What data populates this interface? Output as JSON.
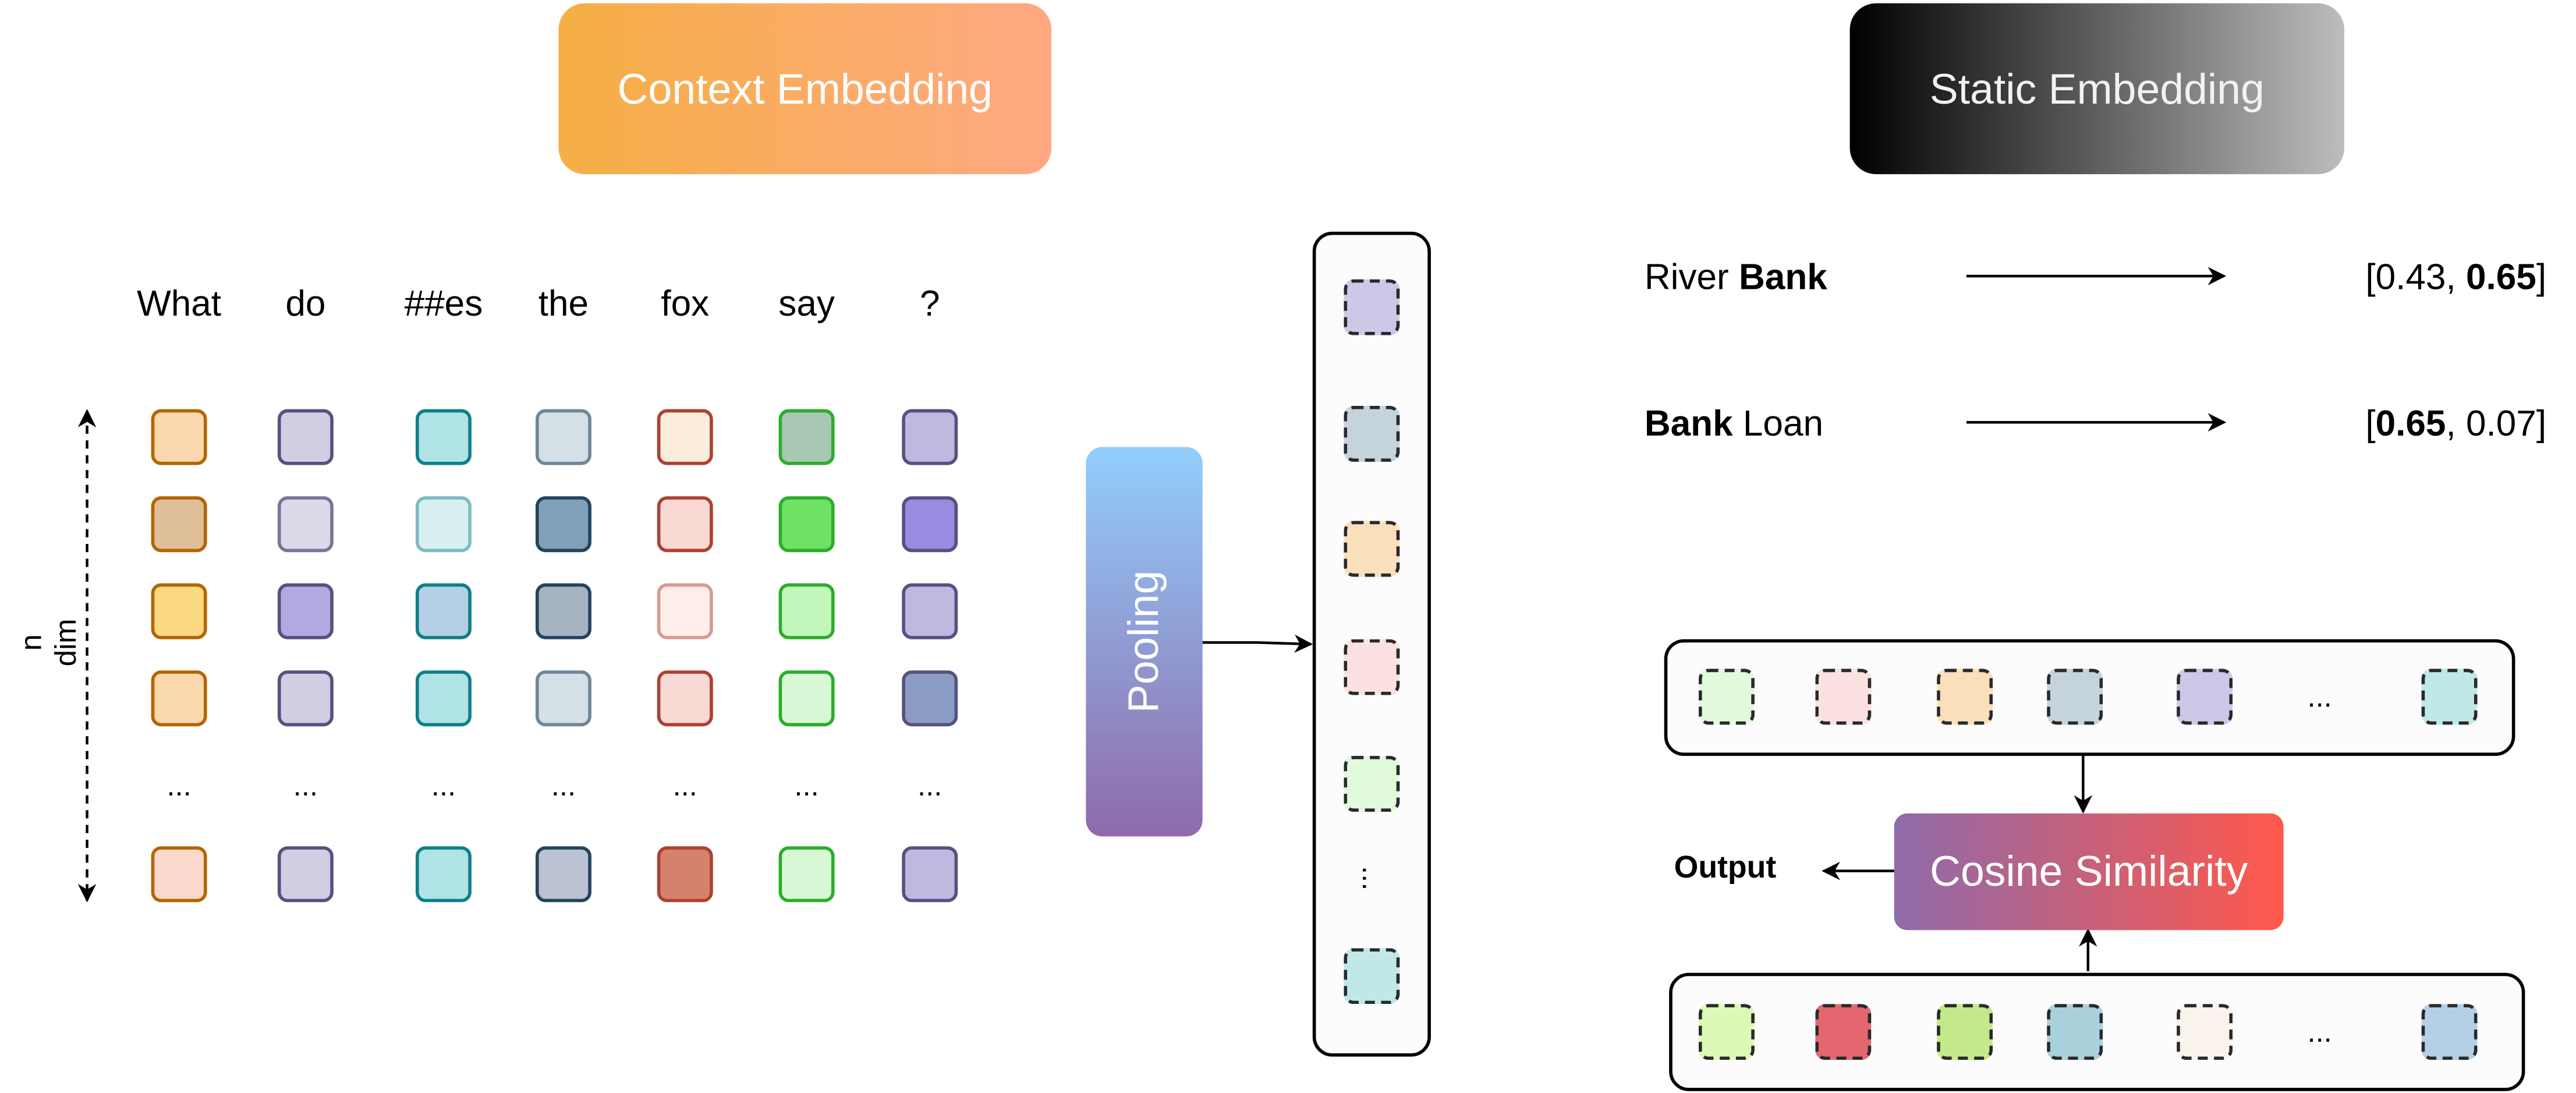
{
  "context": {
    "title": "Context Embedding",
    "gradient": [
      "#f5af45",
      "#ffa882"
    ],
    "axis_label": "n dim",
    "tokens": [
      "What",
      "do",
      "##es",
      "the",
      "fox",
      "say",
      "?"
    ],
    "ellipsis": "...",
    "columns": [
      {
        "fills": [
          "#fad7ac",
          "#deBf99",
          "#fad982",
          "#fad7ac",
          "#fad9cc"
        ],
        "borders": [
          "#b46504",
          "#b46504",
          "#b46504",
          "#b46504",
          "#b46504"
        ]
      },
      {
        "fills": [
          "#d0cee2",
          "#dadae8",
          "#b1a9e0",
          "#d0cee2",
          "#d0cee2"
        ],
        "borders": [
          "#56517e",
          "#7a7599",
          "#56517e",
          "#56517e",
          "#56517e"
        ]
      },
      {
        "fills": [
          "#b0e3e6",
          "#d8f0f2",
          "#b5cfe6",
          "#b0e3e6",
          "#b0e3e6"
        ],
        "borders": [
          "#0e8088",
          "#7dbcc2",
          "#0e8088",
          "#0e8088",
          "#0e8088"
        ]
      },
      {
        "fills": [
          "#d5dfe6",
          "#7fa0b8",
          "#a6b4c2",
          "#d5dfe6",
          "#bac2d3"
        ],
        "borders": [
          "#6f8799",
          "#23445d",
          "#23445d",
          "#6f8799",
          "#23445d"
        ]
      },
      {
        "fills": [
          "#fbeddb",
          "#f9d9d4",
          "#fdeeec",
          "#f9d9d4",
          "#d4826c"
        ],
        "borders": [
          "#ae4132",
          "#ae4132",
          "#d99a94",
          "#ae4132",
          "#ae4132"
        ]
      },
      {
        "fills": [
          "#a8c8b4",
          "#6ee265",
          "#c1f7bb",
          "#d9f8d5",
          "#d9f8d5"
        ],
        "borders": [
          "#2dac2d",
          "#2dac2d",
          "#2dac2d",
          "#2dac2d",
          "#2dac2d"
        ]
      },
      {
        "fills": [
          "#c0b8e0",
          "#9a8ae0",
          "#c0b8e0",
          "#8a9cc4",
          "#c0b8e0"
        ],
        "borders": [
          "#56517e",
          "#56517e",
          "#56517e",
          "#56517e",
          "#56517e"
        ]
      }
    ]
  },
  "pooling": {
    "label": "Pooling",
    "gradient": [
      "#92cefc",
      "#8f6aab"
    ],
    "output_fills": [
      "#cdc8e8",
      "#c5d3dc",
      "#fadfbd",
      "#fbe2e0",
      "#e2fadc",
      "#c0e8e8"
    ],
    "ellipsis": "..."
  },
  "static": {
    "title": "Static Embedding",
    "gradient": [
      "#000000",
      "#bdbdbd"
    ],
    "examples": [
      {
        "phrase_parts": [
          {
            "text": "River ",
            "bold": false
          },
          {
            "text": "Bank",
            "bold": true
          }
        ],
        "vector_parts": [
          {
            "text": "[",
            "bold": false
          },
          {
            "text": "0.43, ",
            "bold": false
          },
          {
            "text": "0.65",
            "bold": true
          },
          {
            "text": "]",
            "bold": false
          }
        ]
      },
      {
        "phrase_parts": [
          {
            "text": "Bank",
            "bold": true
          },
          {
            "text": " Loan",
            "bold": false
          }
        ],
        "vector_parts": [
          {
            "text": "[",
            "bold": false
          },
          {
            "text": "0.65",
            "bold": true
          },
          {
            "text": ", 0.07",
            "bold": false
          },
          {
            "text": "]",
            "bold": false
          }
        ]
      }
    ]
  },
  "similarity": {
    "label": "Cosine Similarity",
    "gradient": [
      "#8f6aab",
      "#ff584a"
    ],
    "output_label": "Output",
    "ellipsis": "...",
    "top_fills": [
      "#e2fadc",
      "#fbe2e0",
      "#fadfbd",
      "#c5d3dc",
      "#cdc8e8",
      "#c0e8e8"
    ],
    "bottom_fills": [
      "#dcfab5",
      "#e36671",
      "#c3ea8a",
      "#a9d1dc",
      "#faf3eb",
      "#b5cfe6"
    ]
  }
}
